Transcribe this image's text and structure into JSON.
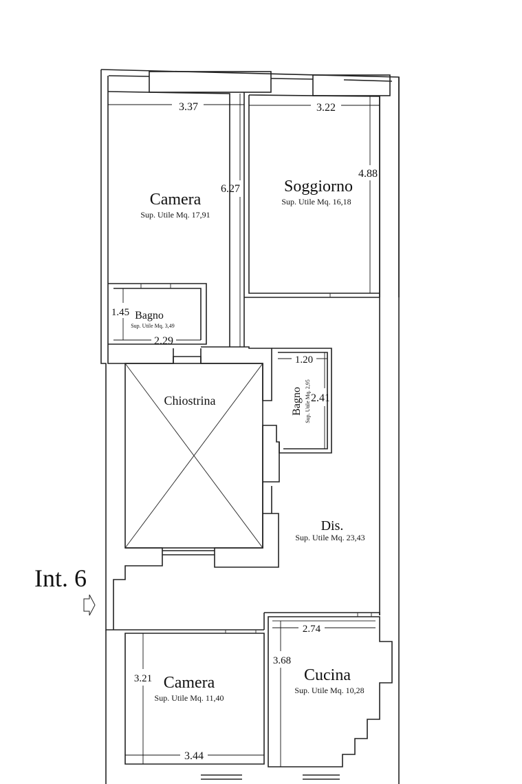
{
  "unit_label": "Int. 6",
  "rooms": {
    "camera_top": {
      "name": "Camera",
      "area": "Sup. Utile Mq. 17,91"
    },
    "soggiorno": {
      "name": "Soggiorno",
      "area": "Sup. Utile Mq. 16,18"
    },
    "bagno_left": {
      "name": "Bagno",
      "area": "Sup. Utile Mq. 3,49"
    },
    "bagno_right": {
      "name": "Bagno",
      "area": "Sup. Utile Mq. 2,95"
    },
    "chiostrina": {
      "name": "Chiostrina"
    },
    "dis": {
      "name": "Dis.",
      "area": "Sup. Utile Mq. 23,43"
    },
    "camera_bottom": {
      "name": "Camera",
      "area": "Sup. Utile Mq. 11,40"
    },
    "cucina": {
      "name": "Cucina",
      "area": "Sup. Utile Mq. 10,28"
    }
  },
  "dimensions": {
    "camera_top_width": "3.37",
    "soggiorno_width": "3.22",
    "camera_top_height": "6.27",
    "soggiorno_height": "4.88",
    "bagno_left_height": "1.45",
    "bagno_left_width": "2.29",
    "bagno_right_width": "1.20",
    "bagno_right_height": "2.41",
    "cucina_width": "2.74",
    "cucina_height": "3.68",
    "camera_bottom_height": "3.21",
    "camera_bottom_width": "3.44"
  },
  "icons": {
    "entrance": "entrance-arrow-icon"
  }
}
